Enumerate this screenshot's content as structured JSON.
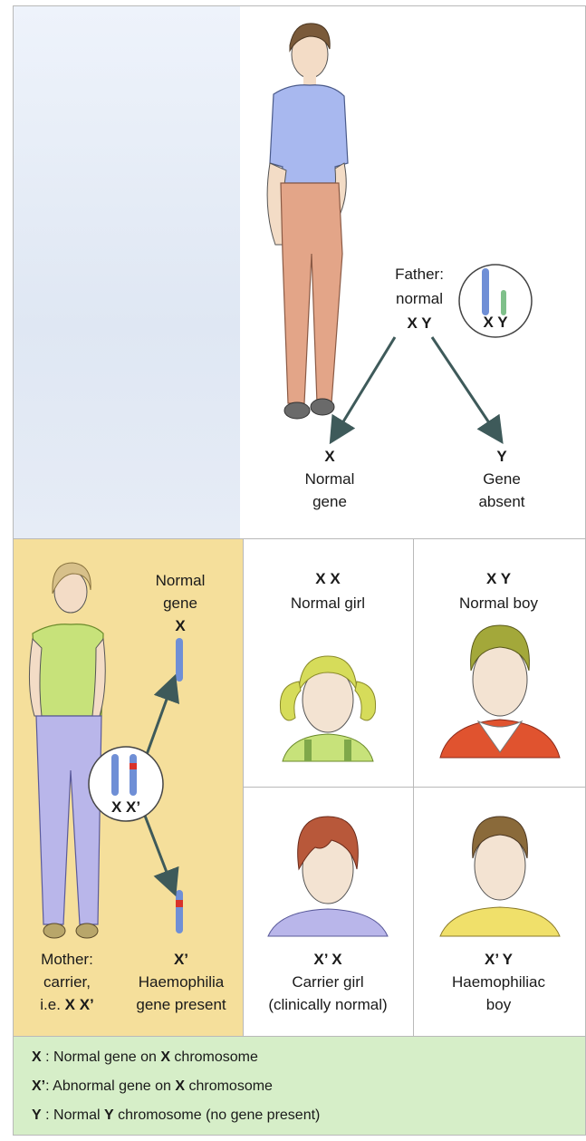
{
  "father": {
    "label_line1": "Father:",
    "label_line2": "normal",
    "genotype": "X Y",
    "circle_label": "X Y",
    "left_gamete": {
      "symbol": "X",
      "line1": "Normal",
      "line2": "gene"
    },
    "right_gamete": {
      "symbol": "Y",
      "line1": "Gene",
      "line2": "absent"
    }
  },
  "mother": {
    "label_line1": "Mother:",
    "label_line2": "carrier,",
    "label_line3_prefix": "i.e. ",
    "label_line3_geno": "X X’",
    "circle_label": "X X’",
    "top_gamete": {
      "line1": "Normal",
      "line2": "gene",
      "symbol": "X"
    },
    "bottom_gamete": {
      "symbol": "X’",
      "line1": "Haemophilia",
      "line2": "gene present"
    }
  },
  "offspring": [
    {
      "genotype": "X X",
      "line1": "Normal girl",
      "line2": ""
    },
    {
      "genotype": "X Y",
      "line1": "Normal boy",
      "line2": ""
    },
    {
      "genotype": "X’ X",
      "line1": "Carrier girl",
      "line2": "(clinically normal)"
    },
    {
      "genotype": "X’ Y",
      "line1": "Haemophiliac",
      "line2": "boy"
    }
  ],
  "legend": [
    {
      "symbol": "X",
      "sep": " :  ",
      "pre": "Normal gene on ",
      "bold": "X",
      "post": " chromosome"
    },
    {
      "symbol": "X’",
      "sep": ":  ",
      "pre": "Abnormal gene on ",
      "bold": "X",
      "post": " chromosome"
    },
    {
      "symbol": "Y",
      "sep": " :  ",
      "pre": "Normal ",
      "bold": "Y",
      "post": " chromosome (no gene present)"
    }
  ],
  "colors": {
    "chromosome_blue": "#6f8fd6",
    "chromosome_green": "#7fc08a",
    "mutation_red": "#d8322a",
    "arrow": "#3e5a5a",
    "mother_bg": "#f5df9b",
    "legend_bg": "#d6eec8"
  }
}
